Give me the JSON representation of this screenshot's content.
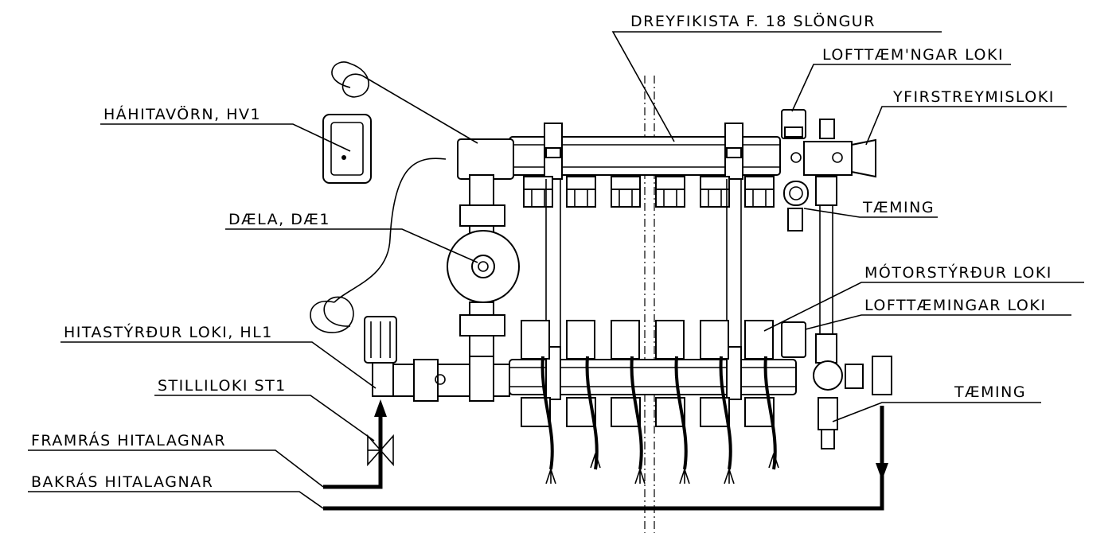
{
  "labels": {
    "manifold": "DREYFIKISTA F. 18 SLÖNGUR",
    "air_vent_top": "LOFTTÆM'NGAR LOKI",
    "overflow_valve": "YFIRSTREYMISLOKI",
    "high_temp_guard": "HÁHITAVÖRN, HV1",
    "drain_top": "TÆMING",
    "pump": "DÆLA, DÆ1",
    "motor_valve": "MÓTORSTÝRÐUR LOKI",
    "air_vent_bottom": "LOFTTÆMINGAR LOKI",
    "thermostatic_valve": "HITASTÝRÐUR LOKI, HL1",
    "balancing_valve": "STILLILOKI ST1",
    "drain_bottom": "TÆMING",
    "supply_line": "FRAMRÁS HITALAGNAR",
    "return_line": "BAKRÁS HITALAGNAR"
  }
}
